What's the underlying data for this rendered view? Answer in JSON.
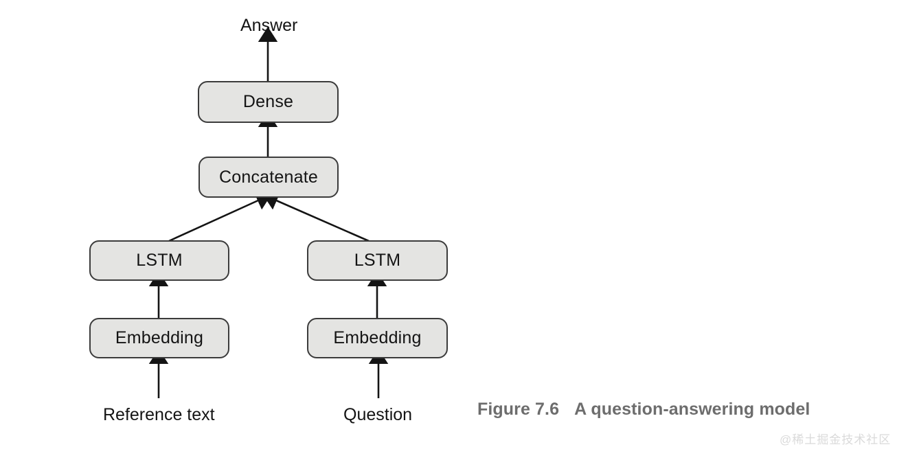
{
  "figure": {
    "caption_number": "Figure 7.6",
    "caption_title": "A question-answering model",
    "watermark": "@稀土掘金技术社区",
    "colors": {
      "node_fill": "#e4e4e2",
      "node_border": "#3b3b3b",
      "arrow": "#141414",
      "caption_text": "#6d6d6d",
      "watermark_text": "#dadada",
      "background": "#ffffff"
    }
  },
  "diagram": {
    "type": "flowchart",
    "direction": "bottom-to-top",
    "nodes": [
      {
        "id": "answer",
        "label": "Answer",
        "kind": "output-label"
      },
      {
        "id": "dense",
        "label": "Dense",
        "kind": "layer"
      },
      {
        "id": "concatenate",
        "label": "Concatenate",
        "kind": "layer"
      },
      {
        "id": "lstm_left",
        "label": "LSTM",
        "kind": "layer"
      },
      {
        "id": "lstm_right",
        "label": "LSTM",
        "kind": "layer"
      },
      {
        "id": "emb_left",
        "label": "Embedding",
        "kind": "layer"
      },
      {
        "id": "emb_right",
        "label": "Embedding",
        "kind": "layer"
      },
      {
        "id": "ref_text",
        "label": "Reference text",
        "kind": "input-label"
      },
      {
        "id": "question",
        "label": "Question",
        "kind": "input-label"
      }
    ],
    "edges": [
      {
        "from": "ref_text",
        "to": "emb_left",
        "style": "straight-vertical"
      },
      {
        "from": "question",
        "to": "emb_right",
        "style": "straight-vertical"
      },
      {
        "from": "emb_left",
        "to": "lstm_left",
        "style": "straight-vertical"
      },
      {
        "from": "emb_right",
        "to": "lstm_right",
        "style": "straight-vertical"
      },
      {
        "from": "lstm_left",
        "to": "concatenate",
        "style": "diagonal"
      },
      {
        "from": "lstm_right",
        "to": "concatenate",
        "style": "diagonal"
      },
      {
        "from": "concatenate",
        "to": "dense",
        "style": "straight-vertical"
      },
      {
        "from": "dense",
        "to": "answer",
        "style": "straight-vertical"
      }
    ]
  }
}
